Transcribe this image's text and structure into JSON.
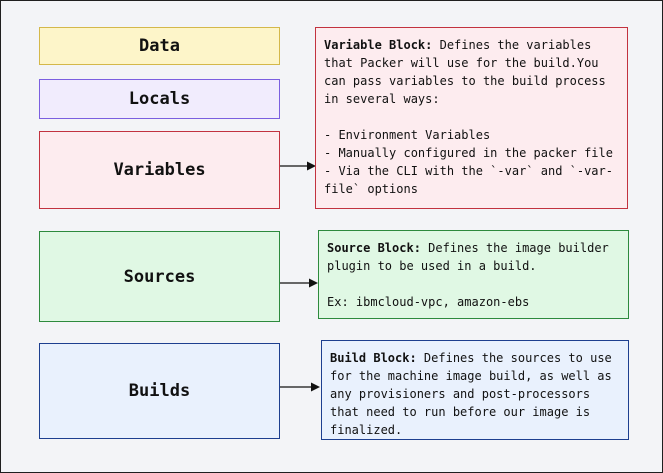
{
  "blocks": {
    "data": {
      "label": "Data",
      "fill": "#fdf5c9",
      "border": "#d4b84a"
    },
    "locals": {
      "label": "Locals",
      "fill": "#f1ecfd",
      "border": "#7b5fe0"
    },
    "variables": {
      "label": "Variables",
      "fill": "#fdecef",
      "border": "#c2323f"
    },
    "sources": {
      "label": "Sources",
      "fill": "#e0f8e4",
      "border": "#2d8a3d"
    },
    "builds": {
      "label": "Builds",
      "fill": "#e9f1fd",
      "border": "#1d3f8f"
    }
  },
  "descriptions": {
    "variable": {
      "title": "Variable Block:",
      "body": " Defines the variables that Packer will use for the build.You can pass variables to the build process in several ways:\n\n- Environment Variables\n- Manually configured in the packer file\n- Via the CLI with the `-var` and `-var-file` options",
      "fill": "#fdecef",
      "border": "#c2323f"
    },
    "source": {
      "title": "Source Block:",
      "body": " Defines the image builder plugin to be used in a build.\n\nEx: ibmcloud-vpc, amazon-ebs",
      "fill": "#e0f8e4",
      "border": "#2d8a3d"
    },
    "build": {
      "title": "Build Block:",
      "body": " Defines the sources to use for the machine image build, as well as any provisioners and post-processors that need to run before our image is finalized.",
      "fill": "#e9f1fd",
      "border": "#1d3f8f"
    }
  }
}
